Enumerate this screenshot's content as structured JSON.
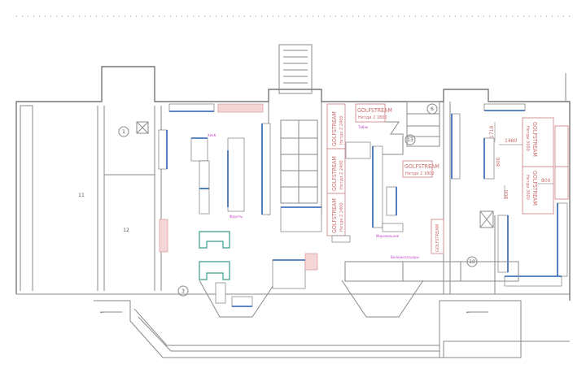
{
  "rooms": [
    "1",
    "11",
    "12",
    "3",
    "13",
    "6",
    "10"
  ],
  "equipment": {
    "brand": "GOLFSTREAM",
    "model_2400": "Нетди 2 2400",
    "model_1800": "Нетди 2 1800",
    "model_3000": "Нетди 3000"
  },
  "dimensions": [
    "1718",
    "1480",
    "800",
    "800",
    "800"
  ],
  "zones": {
    "checkout": "Велоаксессуары",
    "bakery": "Хлеб",
    "fruits": "Фрукты",
    "tobacco": "Табак",
    "freezer": "Морозильник"
  },
  "colors": {
    "walls": "#8a8a8a",
    "equipment": "#d08a8a",
    "shelf_front": "#2a5fb0",
    "labels": "#c040c0",
    "counters": "#3a9a8a"
  }
}
